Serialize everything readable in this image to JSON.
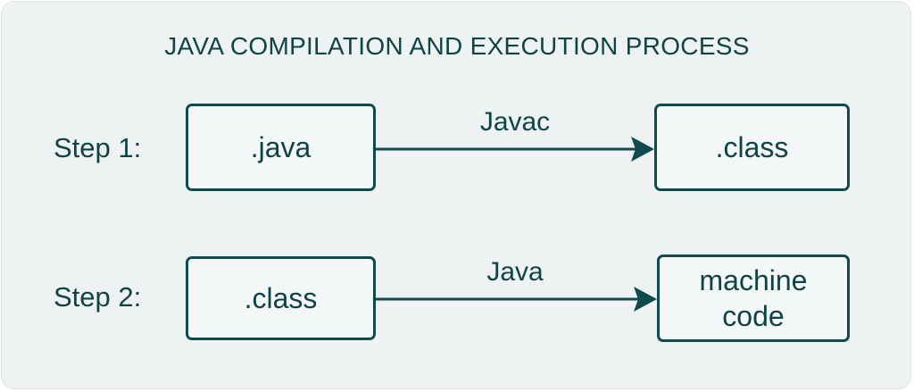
{
  "title": "JAVA COMPILATION AND EXECUTION PROCESS",
  "colors": {
    "stroke": "#0f4a4c",
    "text": "#0f4446",
    "background": "#eef2f2"
  },
  "steps": [
    {
      "label": "Step 1:",
      "source": ".java",
      "tool": "Javac",
      "target": ".class"
    },
    {
      "label": "Step 2:",
      "source": ".class",
      "tool": "Java",
      "target_line1": "machine",
      "target_line2": "code"
    }
  ]
}
